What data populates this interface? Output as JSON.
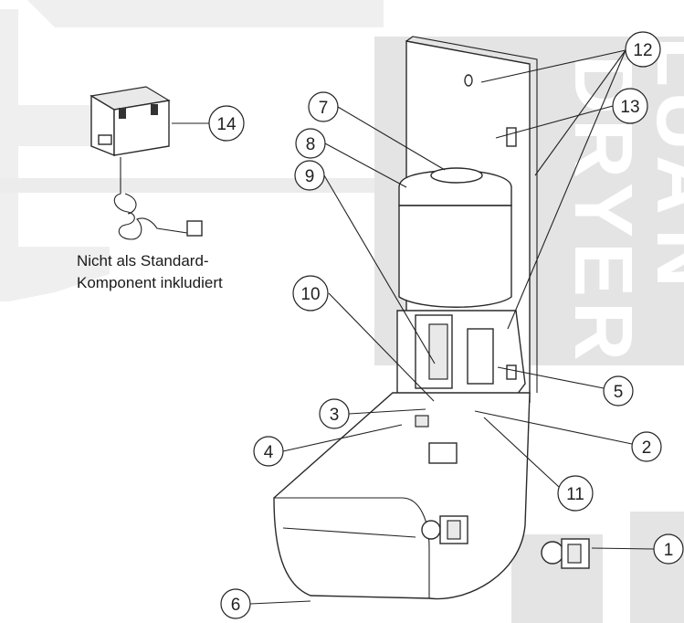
{
  "caption": {
    "line1": "Nicht als Standard-",
    "line2": "Komponent inkludiert"
  },
  "callouts": [
    "1",
    "2",
    "3",
    "4",
    "5",
    "6",
    "7",
    "8",
    "9",
    "10",
    "11",
    "12",
    "13",
    "14"
  ],
  "watermark": {
    "letters": [
      "L",
      "U",
      "A",
      "N",
      "D",
      "R",
      "Y",
      "E",
      "R"
    ],
    "color": "#e2e2e2"
  },
  "colors": {
    "line": "#222222",
    "watermark": "#e4e4e4"
  }
}
